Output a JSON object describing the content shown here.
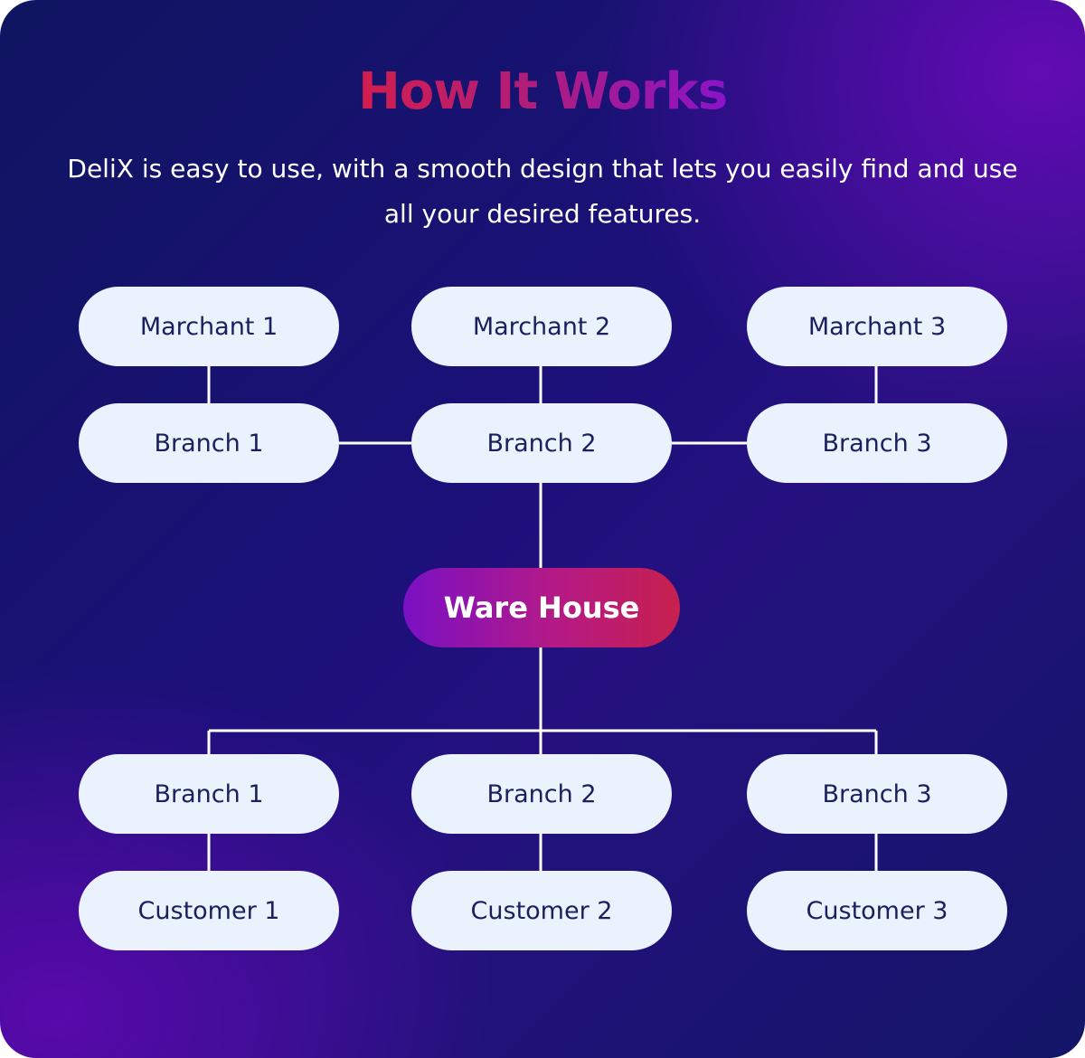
{
  "header": {
    "title": "How It Works",
    "subtitle": "DeliX is easy to use, with a smooth design that lets you easily find and use all your desired features."
  },
  "diagram": {
    "merchants": [
      "Marchant 1",
      "Marchant 2",
      "Marchant 3"
    ],
    "merchant_branches": [
      "Branch 1",
      "Branch 2",
      "Branch 3"
    ],
    "hub": "Ware House",
    "customer_branches": [
      "Branch 1",
      "Branch 2",
      "Branch 3"
    ],
    "customers": [
      "Customer 1",
      "Customer 2",
      "Customer 3"
    ]
  },
  "colors": {
    "node_fill": "#eaf3fd",
    "node_text": "#1a1f5e",
    "connector": "#ffffff",
    "title_gradient_start": "#d21e4e",
    "title_gradient_end": "#8a14c8",
    "hub_gradient_start": "#7a10c4",
    "hub_gradient_end": "#c8204e"
  }
}
